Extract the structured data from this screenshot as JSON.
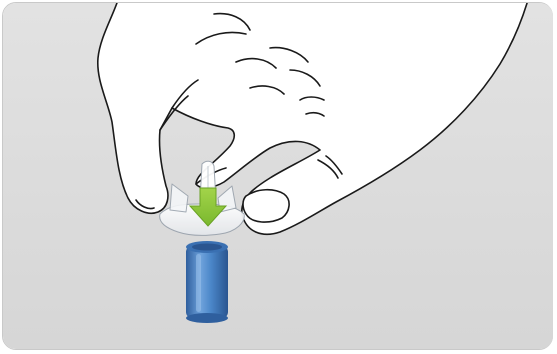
{
  "illustration": {
    "panel_color": "#dcdcdc",
    "skin_color": "#ffffff",
    "outline_color": "#1a1a1a",
    "cap_color": "#f2f2f2",
    "arrow_color": "#8dc63f",
    "container_color": "#4a86c8",
    "components": [
      "hand",
      "needle-cap",
      "push-down-arrow",
      "container-tube"
    ]
  }
}
